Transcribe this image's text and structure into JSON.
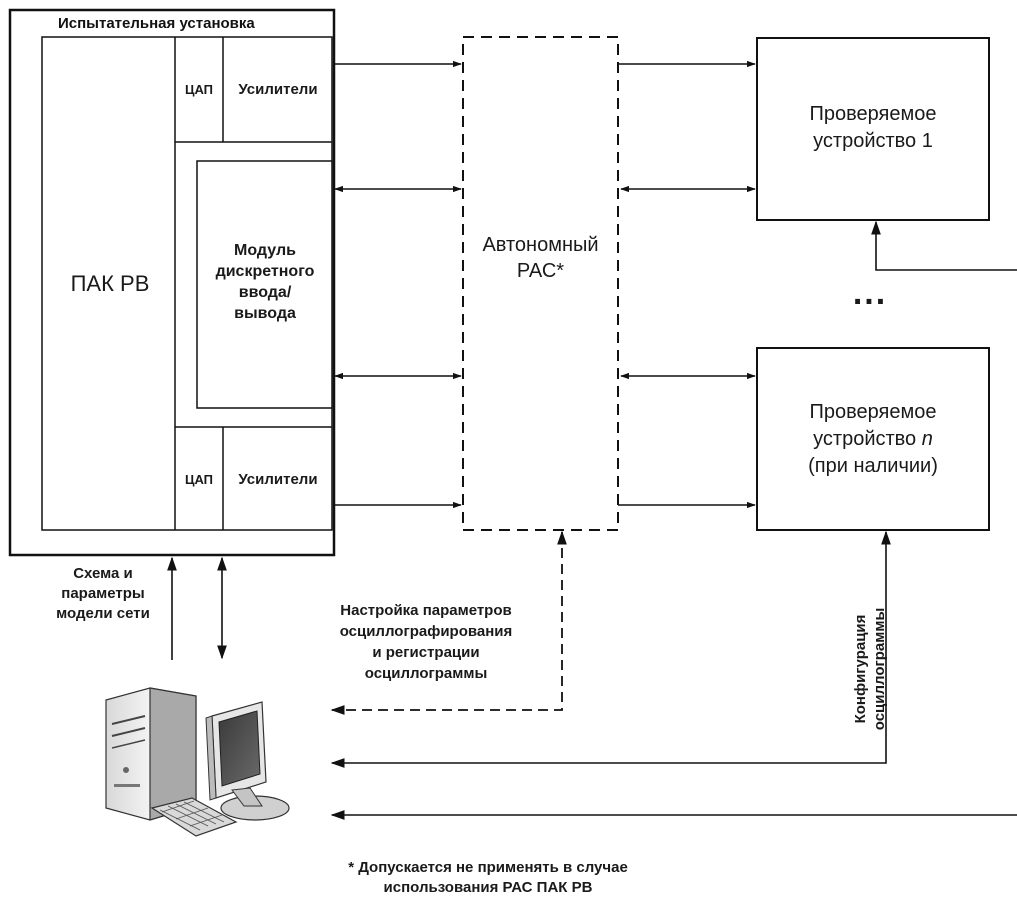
{
  "blocks": {
    "test_setup": "Испытательная установка",
    "pak_rv": "ПАК РВ",
    "dac": "ЦАП",
    "amplifiers": "Усилители",
    "dio_module": [
      "Модуль",
      "дискретного",
      "ввода/",
      "вывода"
    ],
    "standalone_recorder": [
      "Автономный",
      "РАС*"
    ],
    "device_1": [
      "Проверяемое",
      "устройство 1"
    ],
    "device_n_line1": "Проверяемое",
    "device_n_line2_text": "устройство ",
    "device_n_line2_var": "n",
    "device_n_line3": "(при наличии)",
    "ellipsis": "..."
  },
  "annotations": {
    "network_model": [
      "Схема и",
      "параметры",
      "модели сети"
    ],
    "oscillography_setup": [
      "Настройка параметров",
      "осциллографирования",
      "и регистрации",
      "осциллограммы"
    ],
    "oscillogram_config": [
      "Конфигурация",
      "осциллограммы"
    ]
  },
  "footnote": [
    "* Допускается не применять в случае",
    "использования РАС ПАК РВ"
  ],
  "icons": {
    "computer": "desktop-computer-icon"
  }
}
